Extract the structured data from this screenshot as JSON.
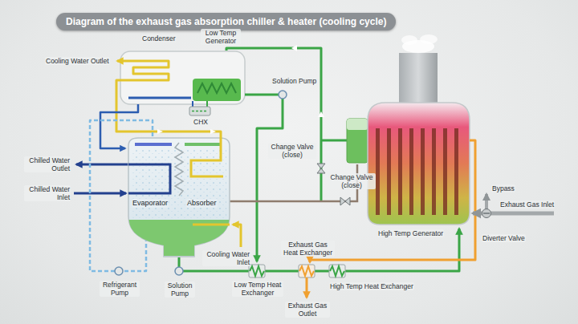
{
  "diagram": {
    "title": "Diagram of the exhaust gas absorption chiller & heater (cooling cycle)",
    "nodes": [
      {
        "text": [
          "Evaporator",
          "Absorber"
        ]
      }
    ],
    "labels": [
      "Condenser",
      "Low Temp Generator",
      "Cooling Water Outlet",
      "Solution Pump",
      "CHX",
      "Chilled Water Outlet",
      "Chilled Water Inlet",
      "Change Valve (close)",
      "Change Valve (close)",
      "Bypass",
      "Exhaust Gas Inlet",
      "High Temp Generator",
      "Diverter Valve",
      "Cooling Water Inlet",
      "Exhaust Gas Heat Exchanger",
      "Refrigerant Pump",
      "Solution Pump",
      "Low Temp Heat Exchanger",
      "High Temp Heat Exchanger",
      "Exhaust Gas Outlet"
    ]
  }
}
